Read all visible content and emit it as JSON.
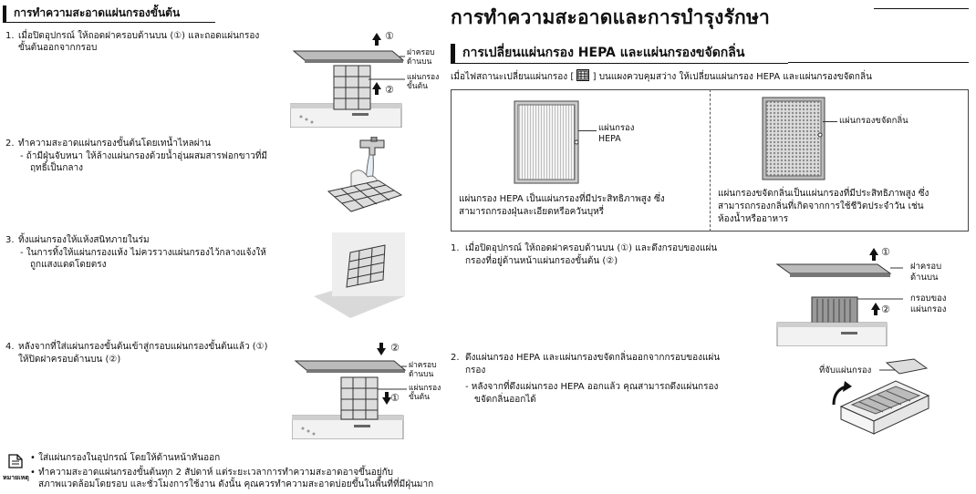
{
  "left": {
    "header": "การทำความสะอาดแผ่นกรองขั้นต้น",
    "steps": [
      {
        "num": "1.",
        "lines": [
          "เมื่อปิดอุปกรณ์ ให้ถอดฝาครอบด้านบน (①) และถอดแผ่นกรอง",
          "ขั้นต้นออกจากกรอบ"
        ]
      },
      {
        "num": "2.",
        "lines": [
          "ทำความสะอาดแผ่นกรองขั้นต้นโดยเทน้ำไหลผ่าน"
        ],
        "sub": [
          "-  ถ้ามีฝุ่นจับหนา ให้ล้างแผ่นกรองด้วยน้ำอุ่นผสมสารฟอกขาวที่มี",
          "ฤทธิ์เป็นกลาง"
        ]
      },
      {
        "num": "3.",
        "lines": [
          "ทิ้งแผ่นกรองให้แห้งสนิทภายในร่ม"
        ],
        "sub": [
          "-  ในการทิ้งให้แผ่นกรองแห้ง ไม่ควรวางแผ่นกรองไว้กลางแจ้งให้",
          "ถูกแสงแดดโดยตรง"
        ]
      },
      {
        "num": "4.",
        "lines": [
          "หลังจากที่ใส่แผ่นกรองขั้นต้นเข้าสู่กรอบแผ่นกรองขั้นต้นแล้ว (①)",
          "ให้ปิดฝาครอบด้านบน (②)"
        ]
      }
    ],
    "fig1": {
      "mark1": "①",
      "mark2": "②",
      "cover": [
        "ฝาครอบ",
        "ด้านบน"
      ],
      "filter": [
        "แผ่นกรอง",
        "ขั้นต้น"
      ]
    },
    "fig4": {
      "mark1": "②",
      "mark2": "①",
      "cover": [
        "ฝาครอบ",
        "ด้านบน"
      ],
      "filter": [
        "แผ่นกรอง",
        "ขั้นต้น"
      ]
    },
    "note": {
      "icon_label": "หมายเหตุ",
      "bullets": [
        [
          "•  ใส่แผ่นกรองในอุปกรณ์ โดยให้ด้านหน้าหันออก"
        ],
        [
          "•  ทำความสะอาดแผ่นกรองขั้นต้นทุก 2 สัปดาห์ แต่ระยะเวลาการทำความสะอาดอาจขึ้นอยู่กับ",
          "สภาพแวดล้อมโดยรอบ และชั่วโมงการใช้งาน ดังนั้น คุณควรทำความสะอาดบ่อยขึ้นในพื้นที่ที่มีฝุ่นมาก"
        ]
      ]
    }
  },
  "right": {
    "title": "การทำความสะอาดและการบำรุงรักษา",
    "subheader": "การเปลี่ยนแผ่นกรอง HEPA และแผ่นกรองขจัดกลิ่น",
    "intro_before": "เมื่อไฟสถานะเปลี่ยนแผ่นกรอง [",
    "intro_after": "] บนแผงควบคุมสว่าง ให้เปลี่ยนแผ่นกรอง HEPA และแผ่นกรองขจัดกลิ่น",
    "hepa": {
      "label": [
        "แผ่นกรอง",
        "HEPA"
      ],
      "desc": [
        "แผ่นกรอง HEPA เป็นแผ่นกรองที่มีประสิทธิภาพสูง ซึ่ง",
        "สามารถกรองฝุ่นละเอียดหรือควันบุหรี่"
      ]
    },
    "deo": {
      "label": "แผ่นกรองขจัดกลิ่น",
      "desc": [
        "แผ่นกรองขจัดกลิ่นเป็นแผ่นกรองที่มีประสิทธิภาพสูง ซึ่ง",
        "สามารถกรองกลิ่นที่เกิดจากการใช้ชีวิตประจำวัน เช่น",
        "ห้องน้ำหรืออาหาร"
      ]
    },
    "steps": [
      {
        "num": "1.",
        "lines": [
          "เมื่อปิดอุปกรณ์ ให้ถอดฝาครอบด้านบน (①) และดึงกรอบของแผ่น",
          "กรองที่อยู่ด้านหน้าแผ่นกรองขั้นต้น (②)"
        ]
      },
      {
        "num": "2.",
        "lines": [
          "ดึงแผ่นกรอง HEPA และแผ่นกรองขจัดกลิ่นออกจากกรอบของแผ่น",
          "กรอง"
        ],
        "sub": [
          "-  หลังจากที่ดึงแผ่นกรอง HEPA ออกแล้ว คุณสามารถดึงแผ่นกรอง",
          "ขจัดกลิ่นออกได้"
        ]
      }
    ],
    "fig1": {
      "mark1": "①",
      "mark2": "②",
      "cover": [
        "ฝาครอบ",
        "ด้านบน"
      ],
      "frame": [
        "กรอบของ",
        "แผ่นกรอง"
      ]
    },
    "fig2": {
      "handle": "ที่จับแผ่นกรอง"
    }
  }
}
